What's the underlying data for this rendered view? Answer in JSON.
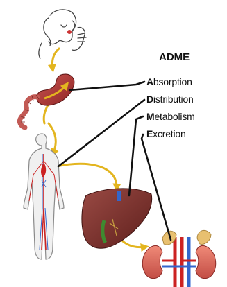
{
  "title": "ADME",
  "stages": [
    {
      "initial": "A",
      "rest": "bsorption"
    },
    {
      "initial": "D",
      "rest": "istribution"
    },
    {
      "initial": "M",
      "rest": "etabolism"
    },
    {
      "initial": "E",
      "rest": "xcretion"
    }
  ],
  "colors": {
    "flow_arrow": "#e3b51f",
    "leader_line": "#111111",
    "stomach": "#b23a3a",
    "intestine": "#c25a55",
    "liver": "#7a2f2a",
    "kidney": "#d7655a",
    "adrenal": "#e8c070",
    "artery": "#cc2222",
    "vein": "#3366cc",
    "body_outline": "#888888"
  }
}
